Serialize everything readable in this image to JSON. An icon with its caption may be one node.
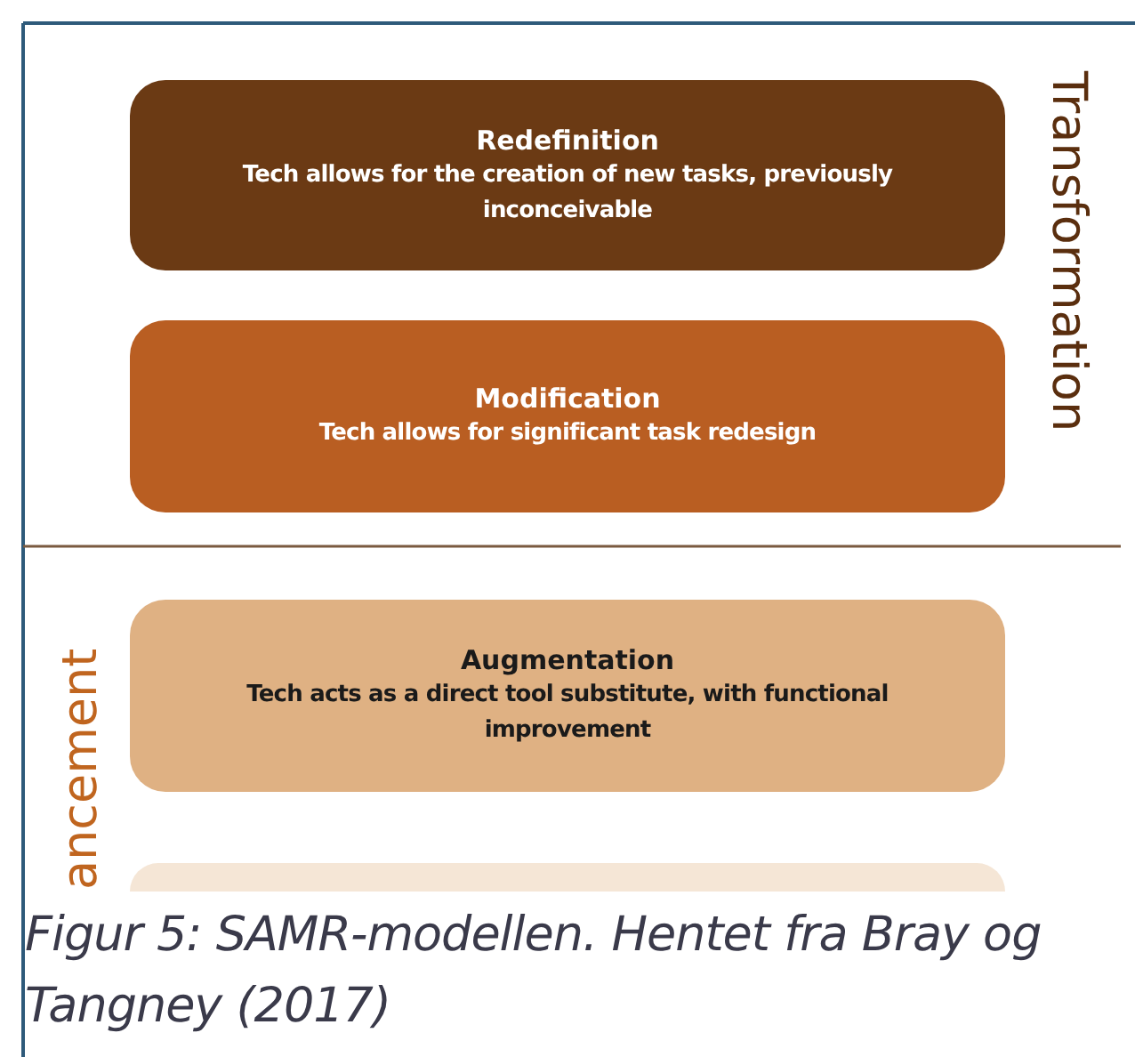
{
  "diagram": {
    "caption": "Figur 5: SAMR-modellen. Hentet fra Bray og Tangney (2017)",
    "nodes": [
      {
        "text": [
          "Redefinition",
          "Tech allows for the creation of new tasks, previously inconceivable"
        ]
      },
      {
        "text": [
          "Modification",
          "Tech allows for significant task redesign"
        ]
      },
      {
        "text": [
          "Augmentation",
          "Tech acts as a direct tool substitute, with functional improvement"
        ]
      },
      {
        "text": [],
        "shape": "box"
      }
    ],
    "labels": [
      "Transformation",
      "ancement"
    ]
  }
}
